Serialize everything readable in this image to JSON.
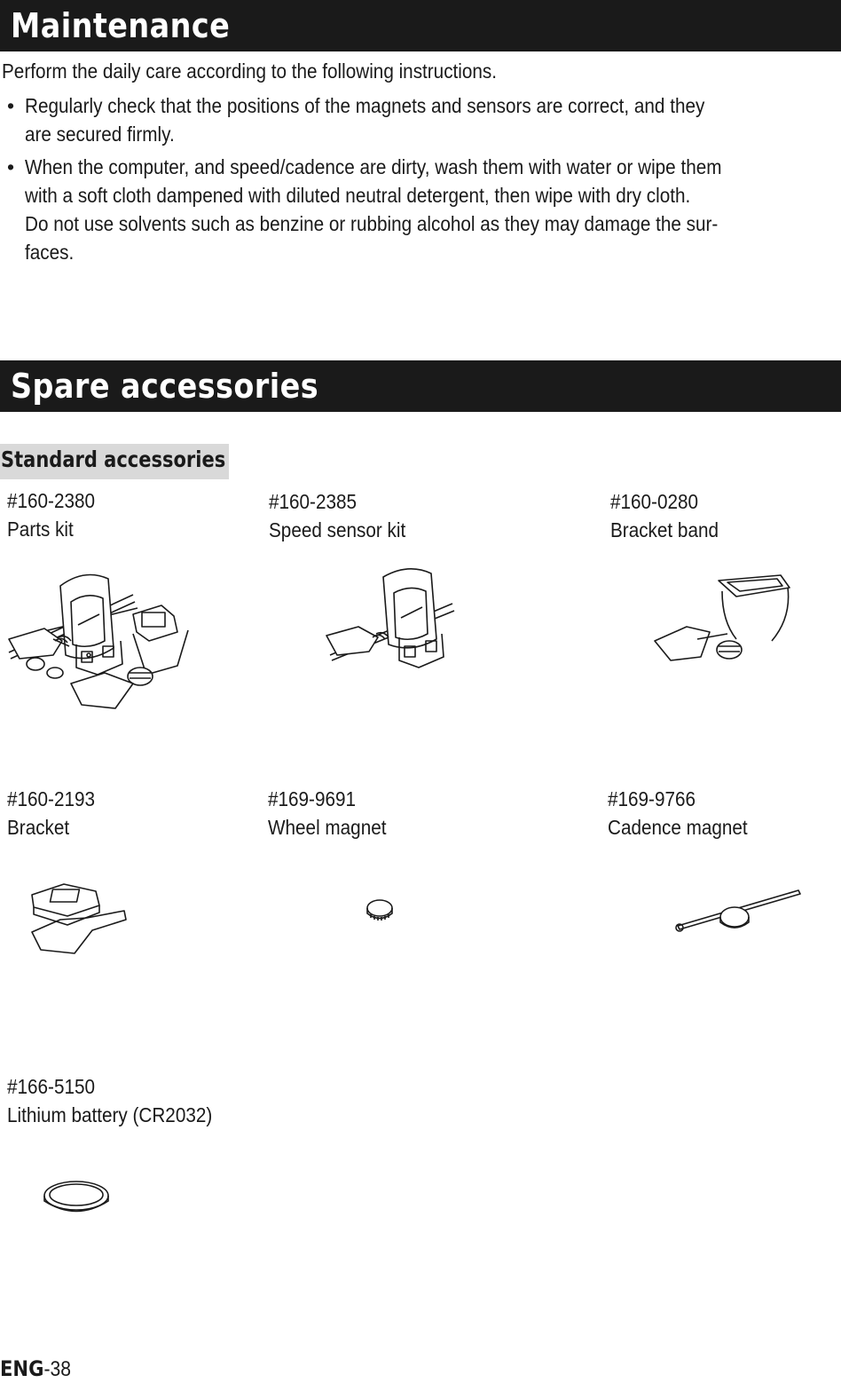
{
  "maintenance": {
    "title": "Maintenance",
    "intro": "Perform the daily care according to the following instructions.",
    "bullet_mark": "•",
    "bullets": [
      {
        "lines": [
          "Regularly check that the positions of the magnets and sensors are correct, and they",
          "are secured firmly."
        ]
      },
      {
        "lines": [
          "When the computer, and speed/cadence are dirty, wash them with water or wipe them",
          "with a soft cloth dampened with diluted neutral detergent, then wipe with dry cloth.",
          "Do not use solvents such as benzine or rubbing alcohol as they may damage the sur-",
          "faces."
        ]
      }
    ]
  },
  "spare": {
    "title": "Spare accessories",
    "subheading": "Standard accessories",
    "items": [
      {
        "code": "#160-2380",
        "name": "Parts kit",
        "icon": "parts-kit-icon"
      },
      {
        "code": "#160-2385",
        "name": "Speed sensor kit",
        "icon": "speed-sensor-kit-icon"
      },
      {
        "code": "#160-0280",
        "name": "Bracket band",
        "icon": "bracket-band-icon"
      },
      {
        "code": "#160-2193",
        "name": "Bracket",
        "icon": "bracket-icon"
      },
      {
        "code": "#169-9691",
        "name": "Wheel magnet",
        "icon": "wheel-magnet-icon"
      },
      {
        "code": "#169-9766",
        "name": "Cadence magnet",
        "icon": "cadence-magnet-icon"
      },
      {
        "code": "#166-5150",
        "name": "Lithium battery (CR2032)",
        "icon": "lithium-battery-icon"
      }
    ]
  },
  "footer": {
    "prefix": "ENG",
    "page": "-38"
  }
}
